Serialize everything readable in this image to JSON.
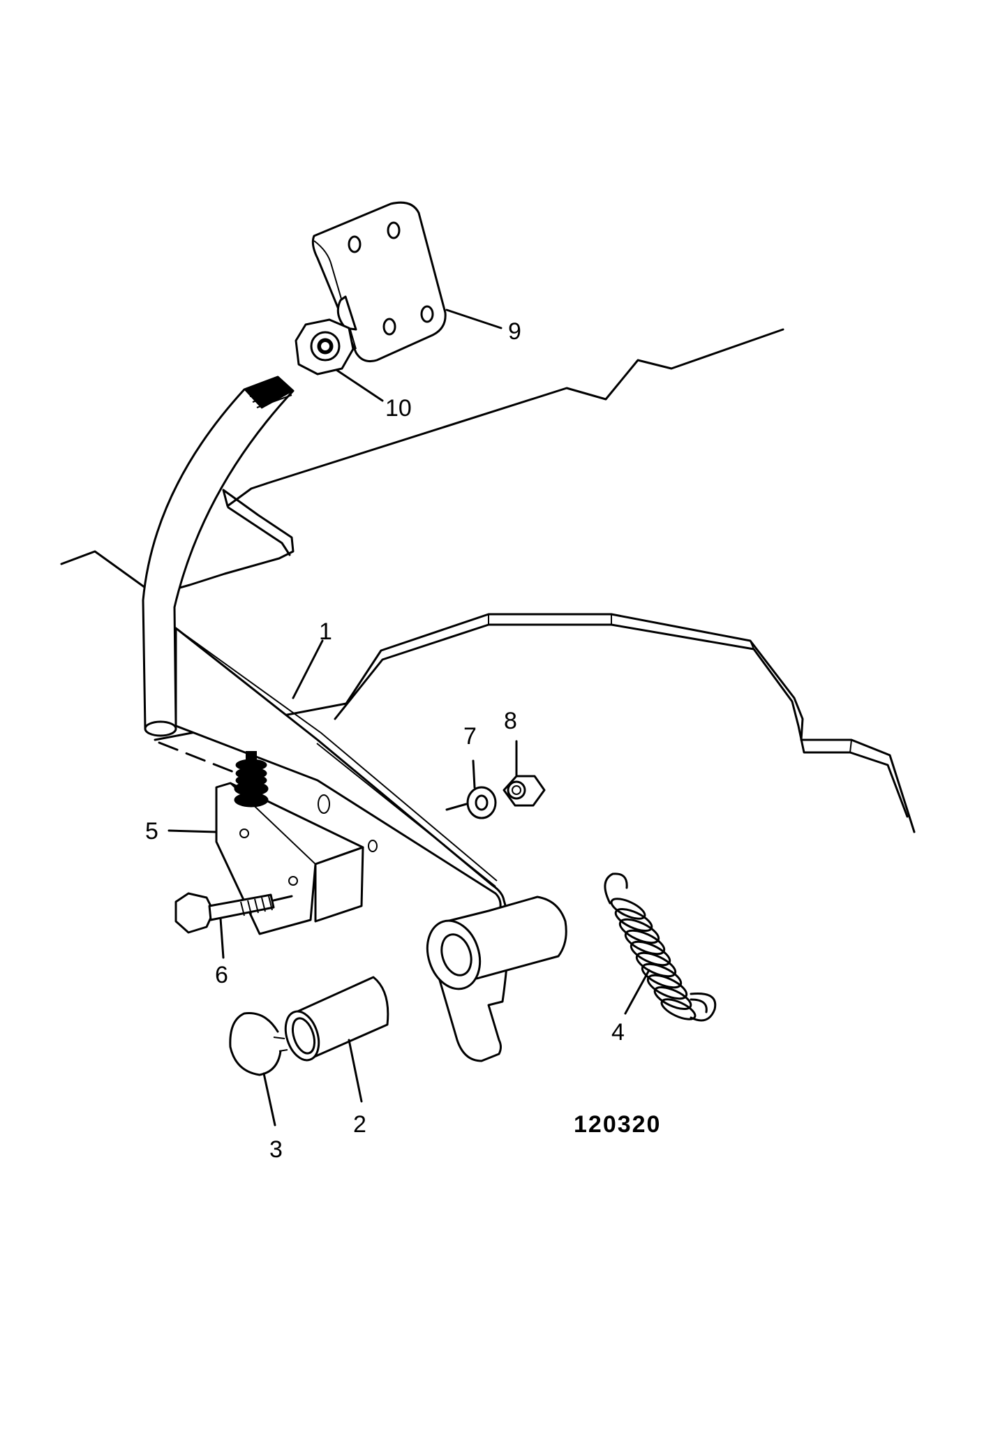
{
  "figure_number": "120320",
  "callouts": [
    {
      "id": "1",
      "label": "1"
    },
    {
      "id": "2",
      "label": "2"
    },
    {
      "id": "3",
      "label": "3"
    },
    {
      "id": "4",
      "label": "4"
    },
    {
      "id": "5",
      "label": "5"
    },
    {
      "id": "6",
      "label": "6"
    },
    {
      "id": "7",
      "label": "7"
    },
    {
      "id": "8",
      "label": "8"
    },
    {
      "id": "9",
      "label": "9"
    },
    {
      "id": "10",
      "label": "10"
    }
  ]
}
